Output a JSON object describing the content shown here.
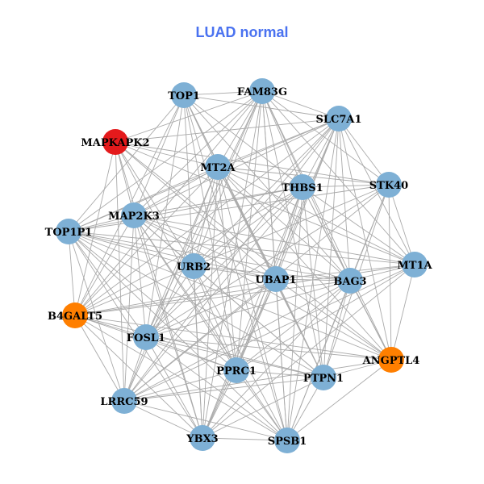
{
  "title": "LUAD normal",
  "colors": {
    "default": "#7eb0d5",
    "red": "#e41a1c",
    "orange": "#ff7f00",
    "edge": "#aaaaaa"
  },
  "nodes": [
    {
      "id": "TOP1",
      "color": "default"
    },
    {
      "id": "FAM83G",
      "color": "default"
    },
    {
      "id": "SLC7A1",
      "color": "default"
    },
    {
      "id": "MAPKAPK2",
      "color": "red"
    },
    {
      "id": "MT2A",
      "color": "default"
    },
    {
      "id": "THBS1",
      "color": "default"
    },
    {
      "id": "STK40",
      "color": "default"
    },
    {
      "id": "MAP2K3",
      "color": "default"
    },
    {
      "id": "TOP1P1",
      "color": "default"
    },
    {
      "id": "URB2",
      "color": "default"
    },
    {
      "id": "UBAP1",
      "color": "default"
    },
    {
      "id": "BAG3",
      "color": "default"
    },
    {
      "id": "MT1A",
      "color": "default"
    },
    {
      "id": "B4GALT5",
      "color": "orange"
    },
    {
      "id": "FOSL1",
      "color": "default"
    },
    {
      "id": "ANGPTL4",
      "color": "orange"
    },
    {
      "id": "PPRC1",
      "color": "default"
    },
    {
      "id": "PTPN1",
      "color": "default"
    },
    {
      "id": "LRRC59",
      "color": "default"
    },
    {
      "id": "YBX3",
      "color": "default"
    },
    {
      "id": "SPSB1",
      "color": "default"
    }
  ]
}
